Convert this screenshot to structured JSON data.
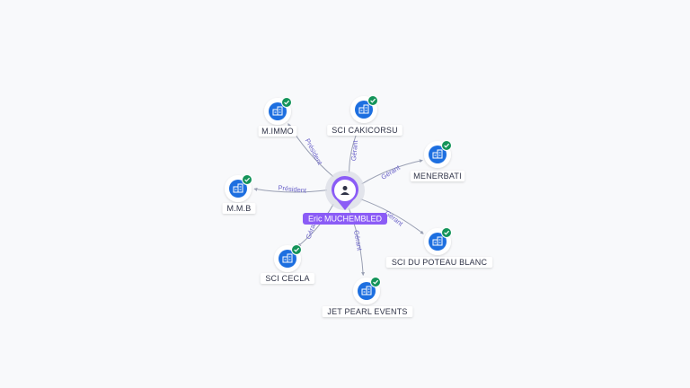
{
  "center": {
    "name": "Eric MUCHEMBLED",
    "icon": "person-icon",
    "accent_color": "#8b5cf6",
    "halo_color": "#d9dbe4"
  },
  "companies": [
    {
      "id": "mimmo",
      "name": "M.IMMO",
      "role": "Président",
      "icon": "company-building-icon",
      "status": "verified-check-icon"
    },
    {
      "id": "sci-cakicorsu",
      "name": "SCI CAKICORSU",
      "role": "Gérant",
      "icon": "company-building-icon",
      "status": "verified-check-icon"
    },
    {
      "id": "menerbati",
      "name": "MENERBATI",
      "role": "Gérant",
      "icon": "company-building-icon",
      "status": "verified-check-icon"
    },
    {
      "id": "mmb",
      "name": "M.M.B",
      "role": "Président",
      "icon": "company-building-icon",
      "status": "verified-check-icon"
    },
    {
      "id": "sci-du-poteau-blanc",
      "name": "SCI DU POTEAU BLANC",
      "role": "Gérant",
      "icon": "company-building-icon",
      "status": "verified-check-icon"
    },
    {
      "id": "sci-cecla",
      "name": "SCI CECLA",
      "role": "Gérant",
      "icon": "company-building-icon",
      "status": "verified-check-icon"
    },
    {
      "id": "jet-pearl-events",
      "name": "JET PEARL EVENTS",
      "role": "Gérant",
      "icon": "company-building-icon",
      "status": "verified-check-icon"
    }
  ],
  "colors": {
    "company_icon": "#1d6fe0",
    "check_badge": "#14945a",
    "edge": "#9aa0b3",
    "edge_label": "#6b63c9"
  }
}
